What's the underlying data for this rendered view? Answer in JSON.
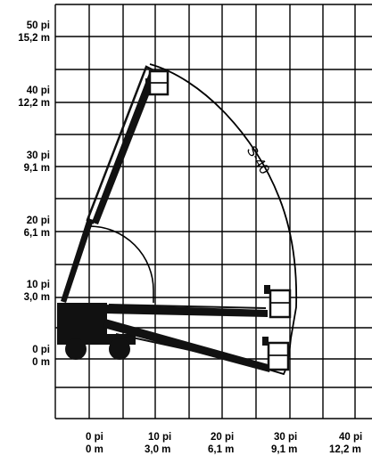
{
  "chart": {
    "curve_label": "S-40",
    "y_ticks": [
      {
        "ft": "50 pi",
        "m": "15,2 m"
      },
      {
        "ft": "40 pi",
        "m": "12,2 m"
      },
      {
        "ft": "30 pi",
        "m": "9,1 m"
      },
      {
        "ft": "20 pi",
        "m": "6,1 m"
      },
      {
        "ft": "10 pi",
        "m": "3,0 m"
      },
      {
        "ft": "0 pi",
        "m": "0 m"
      }
    ],
    "x_ticks": [
      {
        "ft": "0 pi",
        "m": "0 m"
      },
      {
        "ft": "10 pi",
        "m": "3,0 m"
      },
      {
        "ft": "20 pi",
        "m": "6,1 m"
      },
      {
        "ft": "30 pi",
        "m": "9,1 m"
      },
      {
        "ft": "40 pi",
        "m": "12,2 m"
      }
    ]
  },
  "colors": {
    "grid": "#000000",
    "machine": "#111111",
    "background": "#ffffff"
  }
}
